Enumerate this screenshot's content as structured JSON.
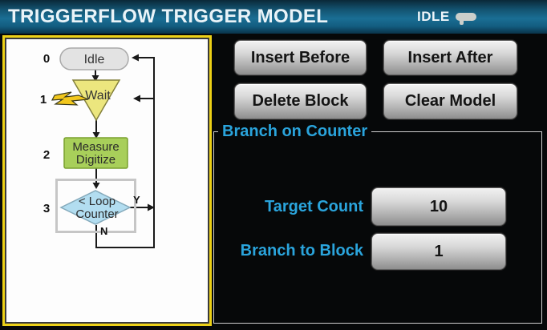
{
  "header": {
    "title": "TRIGGERFLOW TRIGGER MODEL",
    "status": "IDLE",
    "status_icon": "trigger-key-icon"
  },
  "toolbar": {
    "insert_before": "Insert Before",
    "insert_after": "Insert After",
    "delete_block": "Delete Block",
    "clear_model": "Clear Model"
  },
  "flowchart": {
    "block0": {
      "index": "0",
      "label": "Idle",
      "shape": "pill"
    },
    "block1": {
      "index": "1",
      "label": "Wait",
      "shape": "triangle"
    },
    "block2": {
      "index": "2",
      "line1": "Measure",
      "line2": "Digitize",
      "shape": "rect"
    },
    "block3": {
      "index": "3",
      "line1": "< Loop",
      "line2": "Counter",
      "shape": "diamond",
      "selected": true,
      "yes": "Y",
      "no": "N"
    }
  },
  "panel": {
    "legend": "Branch on Counter",
    "fields": [
      {
        "label": "Target Count",
        "value": "10"
      },
      {
        "label": "Branch to Block",
        "value": "1"
      }
    ]
  },
  "colors": {
    "accent_blue": "#2aa4dc",
    "titlebar_blue": "#1a6e94",
    "panel_border_yellow": "#edd116",
    "block_idle_fill": "#e3e3e3",
    "block_wait_fill": "#ece67e",
    "block_measure_fill": "#a8cf5a",
    "block_diamond_fill": "#b2ddf0",
    "selection_gray": "#c6c6c6"
  }
}
